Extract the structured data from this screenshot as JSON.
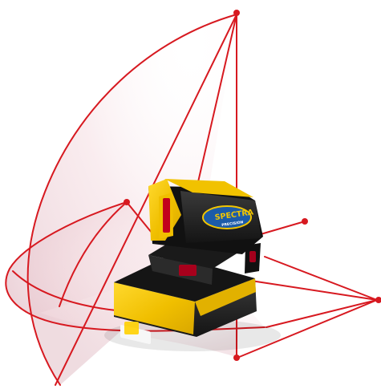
{
  "image": {
    "subject": "cross-line laser level",
    "brand_logo_text": "SPECTRA",
    "brand_logo_subtext": "PRECISION",
    "colors": {
      "laser_red": "#D71920",
      "body_yellow": "#F2C500",
      "body_black": "#1F1F1F",
      "logo_blue": "#1C5BA8"
    }
  }
}
